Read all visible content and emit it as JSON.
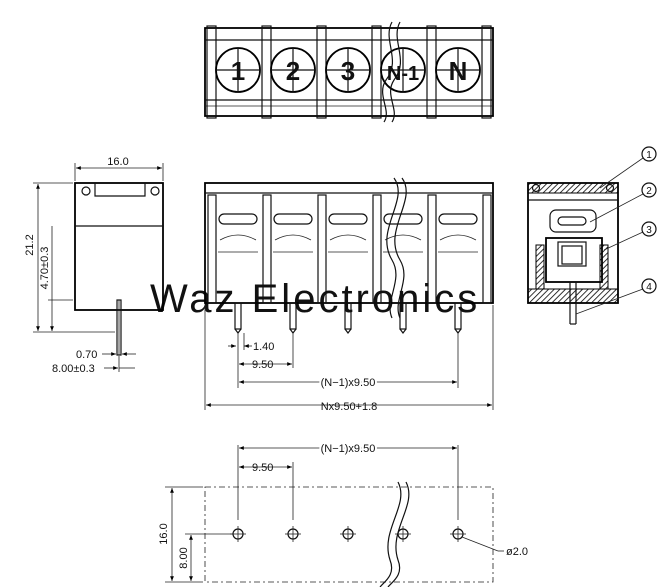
{
  "top_view": {
    "positions": [
      "1",
      "2",
      "3",
      "N-1",
      "N"
    ]
  },
  "side_view": {
    "dim_width": "16.0",
    "dim_height": "21.2",
    "dim_lower": "4.70±0.3",
    "dim_pin": "0.70",
    "dim_pin_length": "8.00±0.3"
  },
  "front_view": {
    "dim_pin_offset": "1.40",
    "dim_pitch": "9.50",
    "dim_span": "(N−1)x9.50",
    "dim_total": "Nx9.50+1.8"
  },
  "section_view": {
    "callouts": [
      "1",
      "2",
      "3",
      "4"
    ]
  },
  "pcb_view": {
    "dim_span": "(N−1)x9.50",
    "dim_pitch": "9.50",
    "dim_height": "16.0",
    "dim_row": "8.00",
    "dim_hole": "ø2.0"
  },
  "watermark": "Waz Electronics"
}
